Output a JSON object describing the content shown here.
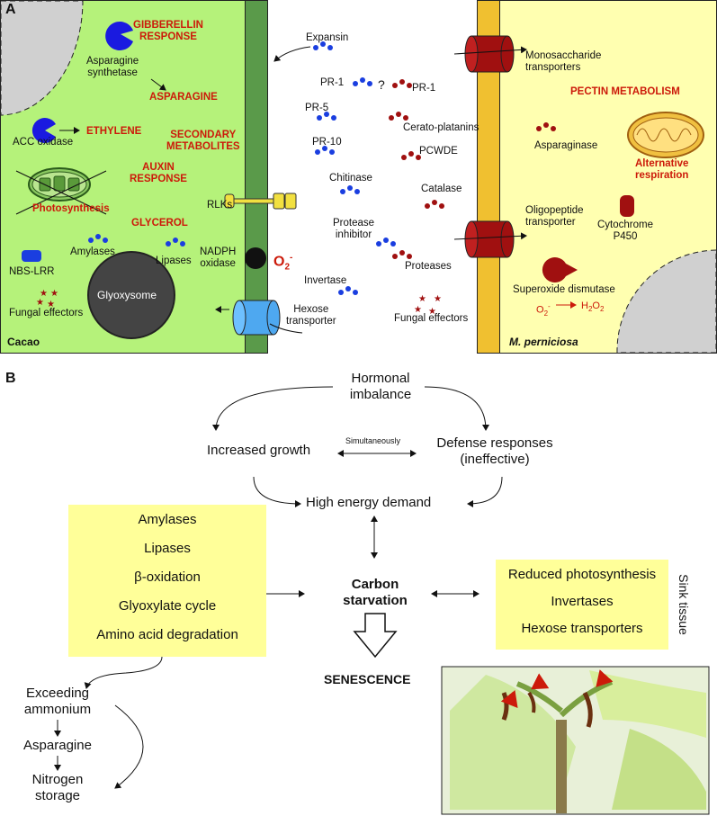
{
  "panelA": {
    "letter": "A",
    "cacao": {
      "label": "Cacao",
      "red_labels": [
        "GIBBERELLIN\nRESPONSE",
        "ASPARAGINE",
        "ETHYLENE",
        "SECONDARY\nMETABOLITES",
        "AUXIN\nRESPONSE",
        "Photosynthesis",
        "GLYCEROL"
      ],
      "labels": {
        "asparagine_synthetase": "Asparagine\nsynthetase",
        "acc_oxidase": "ACC oxidase",
        "rlks": "RLKs",
        "amylases": "Amylases",
        "lipases": "Lipases",
        "nadph_oxidase": "NADPH\noxidase",
        "nbs_lrr": "NBS-LRR",
        "glyoxysome": "Glyoxysome",
        "fungal_effectors": "Fungal effectors",
        "o2": "O₂",
        "o2_sup": "-"
      }
    },
    "middle": {
      "expansin": "Expansin",
      "pr1_left": "PR-1",
      "question": "?",
      "pr1_right": "PR-1",
      "pr5": "PR-5",
      "cerato": "Cerato-platanins",
      "pr10": "PR-10",
      "pcwde": "PCWDE",
      "chitinase": "Chitinase",
      "catalase": "Catalase",
      "protease_inhibitor": "Protease\ninhibitor",
      "proteases": "Proteases",
      "invertase": "Invertase",
      "hexose_transporter": "Hexose\ntransporter",
      "fungal_effectors": "Fungal effectors"
    },
    "fungus": {
      "label": "M. perniciosa",
      "mono": "Monosaccharide\ntransporters",
      "pectin": "PECTIN METABOLISM",
      "asparaginase": "Asparaginase",
      "alt_resp": "Alternative\nrespiration",
      "oligo": "Oligopeptide\ntransporter",
      "cyt": "Cytochrome\nP450",
      "sod": "Superoxide dismutase",
      "o2": "O₂",
      "h2o2": "H₂O₂"
    }
  },
  "panelB": {
    "letter": "B",
    "hormonal": "Hormonal\nimbalance",
    "simultaneously": "Simultaneously",
    "increased_growth": "Increased growth",
    "defense": "Defense responses\n(ineffective)",
    "high_energy": "High energy demand",
    "carbon": "Carbon\nstarvation",
    "senescence": "SENESCENCE",
    "left_box": [
      "Amylases",
      "Lipases",
      "β-oxidation",
      "Glyoxylate cycle",
      "Amino acid degradation"
    ],
    "right_box": [
      "Reduced photosynthesis",
      "Invertases",
      "Hexose transporters"
    ],
    "sink": "Sink tissue",
    "chain": [
      "Exceeding\nammonium",
      "Asparagine",
      "Nitrogen\nstorage"
    ]
  },
  "colors": {
    "cacao_bg": "#b5f27a",
    "cacao_wall": "#5a9a4a",
    "fungus_bg": "#ffffb0",
    "fungus_wall": "#f0c030",
    "red_text": "#cc1a0a",
    "blue_dots": "#1a3ee0",
    "red_dots": "#a01010",
    "box_bg": "#ffff99"
  }
}
